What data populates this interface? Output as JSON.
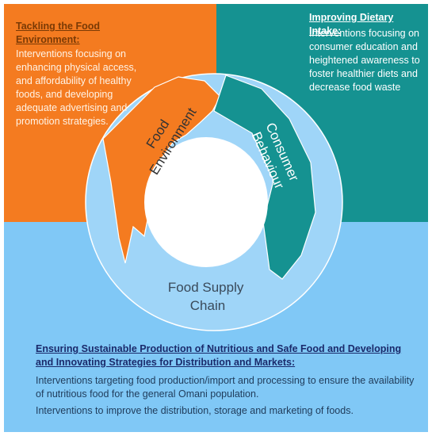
{
  "quadrants": {
    "top_left": {
      "title": "Tackling the Food Environment:",
      "body": "Interventions focusing on enhancing physical access, and affordability of healthy foods, and developing adequate advertising and promotion strategies."
    },
    "top_right": {
      "title": "Improving Dietary Intake:",
      "body": "Interventions focusing on consumer education and heightened awareness to foster healthier diets and decrease food waste"
    },
    "bottom": {
      "title": "Ensuring Sustainable Production of Nutritious and Safe Food and Developing and Innovating Strategies for Distribution and Markets:",
      "body_line1": "Interventions targeting food production/import and processing to ensure the availability of nutritious food for the general Omani population.",
      "body_line2": "Interventions to improve the distribution, storage and marketing of foods."
    }
  },
  "cycle": {
    "food_environment": {
      "line1": "Food",
      "line2": "Environment"
    },
    "consumer_behaviour": {
      "line1": "Consumer",
      "line2": "Behaviour"
    },
    "food_supply_chain": {
      "line1": "Food Supply",
      "line2": "Chain"
    }
  },
  "colors": {
    "orange": "#f47b20",
    "teal": "#159291",
    "light_blue": "#80c8f6",
    "ring_blue": "#9fd5f8"
  }
}
